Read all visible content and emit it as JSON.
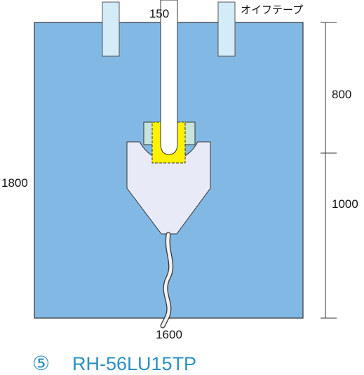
{
  "labels": {
    "oil_tape": "オイフテープ",
    "tube_width": "150",
    "total_height": "1800",
    "upper_height": "800",
    "lower_height": "1000",
    "bag_width": "1600"
  },
  "caption": {
    "number": "⑤",
    "model": "RH-56LU15TP"
  },
  "colors": {
    "bag": "#82b8e4",
    "tape": "#d4ecf8",
    "tube": "#ffffff",
    "bracket": "#fff200",
    "collar": "#c8e4dc",
    "funnel": "#e8eaf8",
    "caption": "#2a8fc4"
  }
}
